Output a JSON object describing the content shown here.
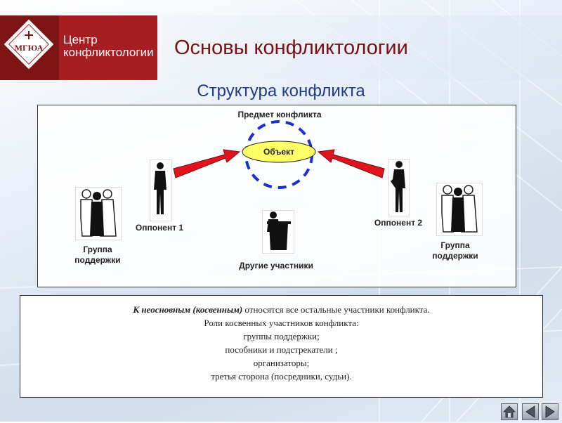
{
  "header": {
    "center_name_line1": "Центр",
    "center_name_line2": "конфликтологии",
    "logo_text": "МГЮА",
    "title": "Основы конфликтологии",
    "accent_color": "#a61d22",
    "title_color": "#7a0f14"
  },
  "subtitle": "Структура конфликта",
  "diagram": {
    "subject_label": "Предмет конфликта",
    "object_label": "Объект",
    "opponent1_label": "Оппонент 1",
    "opponent2_label": "Оппонент 2",
    "support_left_line1": "Группа",
    "support_left_line2": "поддержки",
    "support_right_line1": "Группа",
    "support_right_line2": "поддержки",
    "others_label": "Другие участники",
    "object_fill": "#ffff66",
    "ring_color": "#1a2fcc",
    "arrow_color": "#e0141e"
  },
  "text_box": {
    "line1_italic": "К неосновным (косвенным)",
    "line1_rest": " относятся все остальные участники конфликта.",
    "line2": "Роли косвенных участников конфликта:",
    "line3": "группы поддержки;",
    "line4": "пособники и подстрекатели ;",
    "line5": "организаторы;",
    "line6": "третья сторона (посредники, судьи)."
  },
  "nav": {
    "home_icon": "home-icon",
    "prev_icon": "triangle-left-icon",
    "next_icon": "triangle-right-icon"
  }
}
